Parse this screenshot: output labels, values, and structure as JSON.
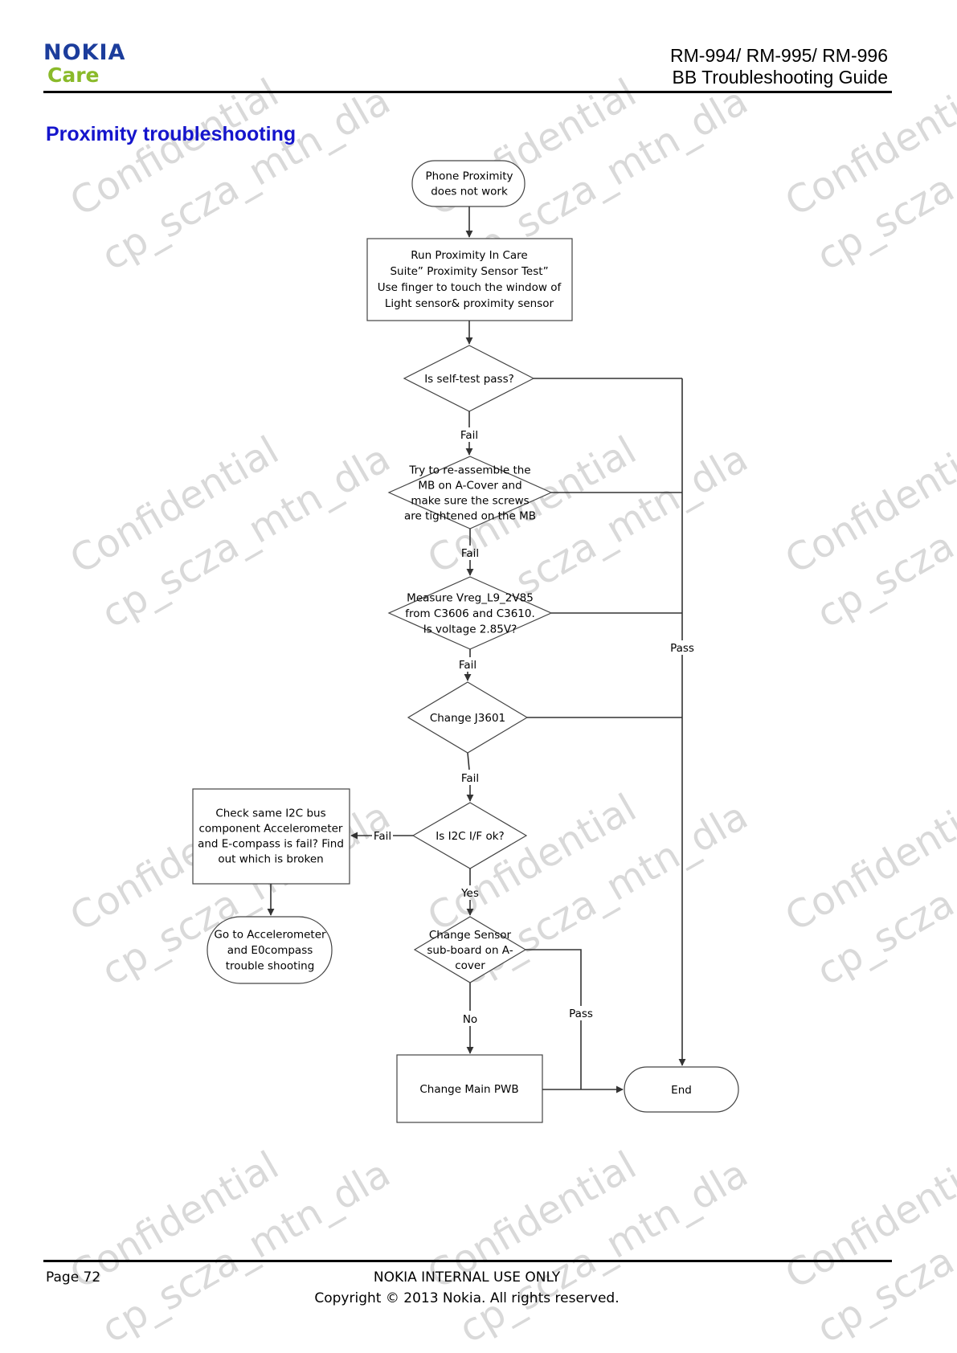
{
  "header": {
    "logo_text": "NOKIA",
    "logo_sub": "Care",
    "model": "RM-994/ RM-995/ RM-996",
    "guide": "BB Troubleshooting Guide"
  },
  "title": "Proximity troubleshooting",
  "watermark": {
    "line1": "Confidential",
    "line2": "cp_scza_mtn_dla"
  },
  "nodes": {
    "start": [
      "Phone Proximity",
      "does not work"
    ],
    "run_test": [
      "Run Proximity In Care",
      "Suite”  Proximity Sensor Test”",
      "Use finger to touch the window of",
      "Light sensor& proximity sensor"
    ],
    "self_test": [
      "Is self-test pass?"
    ],
    "reassemble": [
      "Try to re-assemble the",
      "MB on A-Cover and",
      "make sure the screws",
      "are tightened on the MB"
    ],
    "measure": [
      "Measure Vreg_L9_2V85",
      "from C3606 and C3610.",
      "Is voltage 2.85V?"
    ],
    "change_j": [
      "Change J3601"
    ],
    "i2c": [
      "Is I2C I/F ok?"
    ],
    "check_i2c": [
      "Check same I2C bus",
      "component  Accelerometer",
      "and E-compass is fail? Find",
      "out which is broken"
    ],
    "goto_acc": [
      "Go to Accelerometer",
      "and E0compass",
      "trouble shooting"
    ],
    "change_sensor": [
      "Change Sensor",
      "sub-board on A-",
      "cover"
    ],
    "change_pwb": [
      "Change Main PWB"
    ],
    "end": [
      "End"
    ]
  },
  "labels": {
    "fail": "Fail",
    "pass": "Pass",
    "yes": "Yes",
    "no": "No"
  },
  "footer": {
    "page": "Page 72",
    "line1": "NOKIA INTERNAL USE ONLY",
    "line2": "Copyright © 2013 Nokia. All rights reserved."
  }
}
